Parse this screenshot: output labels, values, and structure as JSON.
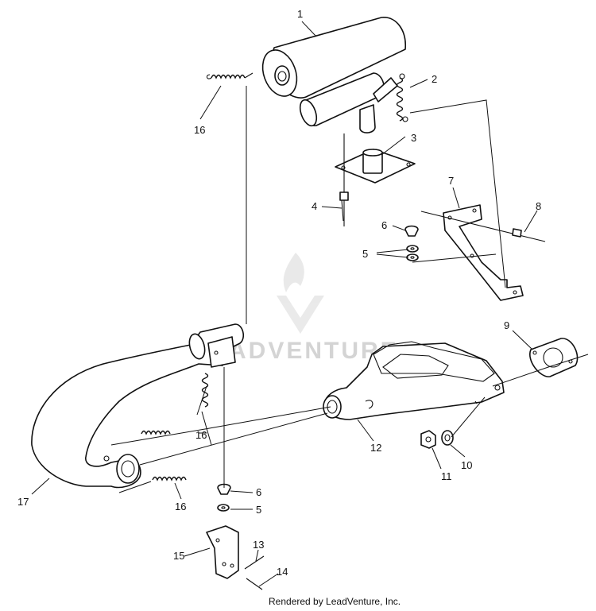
{
  "diagram": {
    "callouts": [
      "1",
      "2",
      "3",
      "4",
      "5",
      "6",
      "7",
      "8",
      "9",
      "10",
      "11",
      "12",
      "13",
      "14",
      "15",
      "16",
      "17"
    ],
    "labels": {
      "l1": "1",
      "l2": "2",
      "l3": "3",
      "l4": "4",
      "l5a": "5",
      "l6a": "6",
      "l7": "7",
      "l8": "8",
      "l9": "9",
      "l10": "10",
      "l11": "11",
      "l12": "12",
      "l13": "13",
      "l14": "14",
      "l15": "15",
      "l16a": "16",
      "l16b": "16",
      "l16c": "16",
      "l17": "17",
      "l6b": "6",
      "l5b": "5"
    }
  },
  "watermark": {
    "text": "ADVENTURE",
    "icon": "flame-v-logo"
  },
  "credit": {
    "text": "Rendered by LeadVenture, Inc."
  }
}
